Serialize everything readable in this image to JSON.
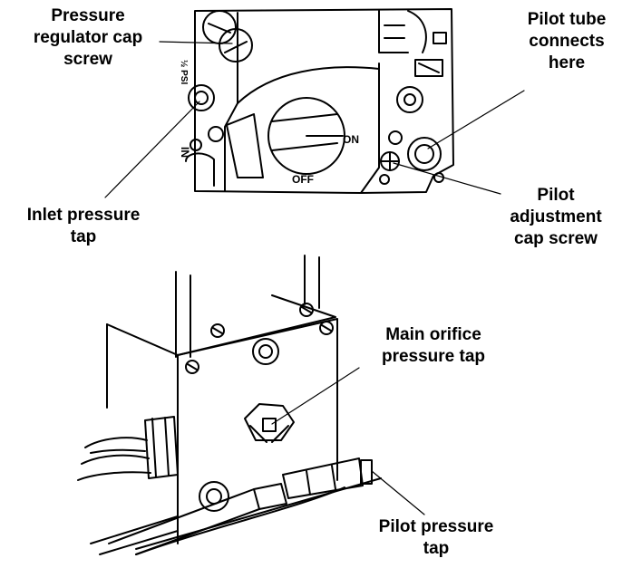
{
  "labels": {
    "pressure_regulator": [
      "Pressure",
      "regulator cap",
      "screw"
    ],
    "pilot_tube": [
      "Pilot tube",
      "connects",
      "here"
    ],
    "inlet_pressure": [
      "Inlet pressure",
      "tap"
    ],
    "pilot_adjustment": [
      "Pilot",
      "adjustment",
      "cap screw"
    ],
    "main_orifice": [
      "Main orifice",
      "pressure tap"
    ],
    "pilot_pressure": [
      "Pilot pressure",
      "tap"
    ]
  },
  "valve_markings": {
    "on": "ON",
    "off": "OFF",
    "inlet": "IN",
    "psi": "½ PSI"
  },
  "colors": {
    "ink": "#000000",
    "paper": "#ffffff"
  }
}
